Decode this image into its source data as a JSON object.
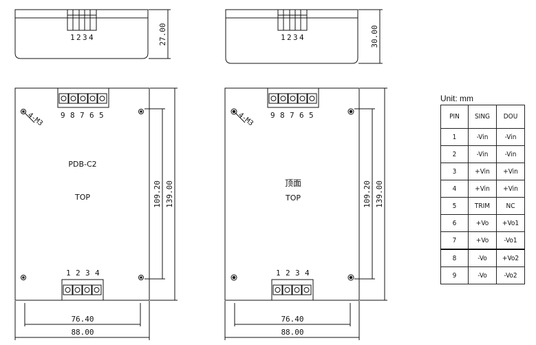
{
  "pin_numbers_top": [
    "1",
    "2",
    "3",
    "4"
  ],
  "pin_numbers_side": [
    "9",
    "8",
    "7",
    "6",
    "5"
  ],
  "dims": {
    "height_left": "27.00",
    "height_right": "30.00",
    "inner_len": "109.20",
    "outer_len": "139.00",
    "inner_width": "76.40",
    "outer_width": "88.00"
  },
  "mount_label": "4-M3",
  "left_view": {
    "model": "PDB-C2",
    "face": "TOP"
  },
  "right_view": {
    "face_cn": "顶面",
    "face": "TOP"
  },
  "table": {
    "unit": "Unit: mm",
    "headers": [
      "PIN",
      "SING",
      "DOU"
    ],
    "rows": [
      [
        "1",
        "-Vin",
        "-Vin"
      ],
      [
        "2",
        "-Vin",
        "-Vin"
      ],
      [
        "3",
        "+Vin",
        "+Vin"
      ],
      [
        "4",
        "+Vin",
        "+Vin"
      ],
      [
        "5",
        "TRIM",
        "NC"
      ],
      [
        "6",
        "+Vo",
        "+Vo1"
      ],
      [
        "7",
        "+Vo",
        "-Vo1"
      ],
      [
        "8",
        "-Vo",
        "+Vo2"
      ],
      [
        "9",
        "-Vo",
        "-Vo2"
      ]
    ]
  }
}
